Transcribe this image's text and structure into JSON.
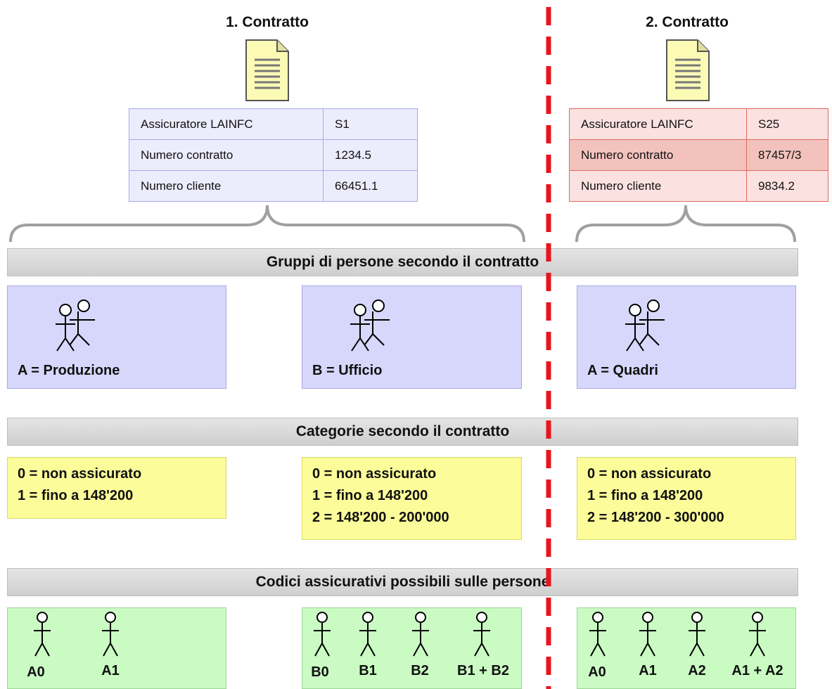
{
  "contracts": [
    {
      "title": "1. Contratto",
      "rows": [
        {
          "label": "Assicuratore LAINFC",
          "value": "S1"
        },
        {
          "label": "Numero contratto",
          "value": "1234.5"
        },
        {
          "label": "Numero cliente",
          "value": "66451.1"
        }
      ]
    },
    {
      "title": "2. Contratto",
      "rows": [
        {
          "label": "Assicuratore LAINFC",
          "value": "S25"
        },
        {
          "label": "Numero contratto",
          "value": "87457/3"
        },
        {
          "label": "Numero cliente",
          "value": "9834.2"
        }
      ]
    }
  ],
  "bands": {
    "groups": "Gruppi di persone secondo il contratto",
    "categories": "Categorie secondo il contratto",
    "codes": "Codici assicurativi possibili sulle persone"
  },
  "groups": [
    "A = Produzione",
    "B = Ufficio",
    "A = Quadri"
  ],
  "categories": [
    [
      "0 = non assicurato",
      "1 = fino a 148'200"
    ],
    [
      "0 = non assicurato",
      "1 = fino a 148'200",
      "2 = 148'200 - 200'000"
    ],
    [
      "0 = non assicurato",
      "1 = fino a 148'200",
      "2 = 148'200 - 300'000"
    ]
  ],
  "codes": [
    [
      "A0",
      "A1"
    ],
    [
      "B0",
      "B1",
      "B2",
      "B1 + B2"
    ],
    [
      "A0",
      "A1",
      "A2",
      "A1 + A2"
    ]
  ],
  "icons": {
    "document": "document-icon",
    "group": "people-group-icon",
    "person": "person-icon"
  },
  "colors": {
    "divider": "#e8141e",
    "group_fill": "#d7d7fb",
    "category_fill": "#fcfc9a",
    "code_fill": "#c9fbc3"
  }
}
